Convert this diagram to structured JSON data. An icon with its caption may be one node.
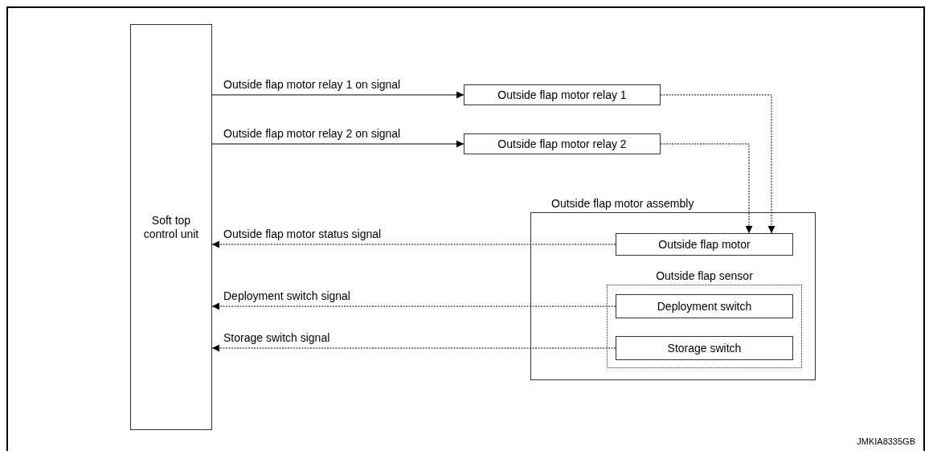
{
  "diagram": {
    "nodes": [
      {
        "text": [
          "Soft top control unit"
        ]
      },
      {
        "text": [
          "Outside flap motor relay 1"
        ]
      },
      {
        "text": [
          "Outside flap motor relay 2"
        ]
      },
      {
        "text": [
          "Outside flap motor assembly"
        ]
      },
      {
        "text": [
          "Outside flap motor"
        ],
        "in": 3
      },
      {
        "text": [
          "Outside flap sensor"
        ],
        "in": 3
      },
      {
        "text": [
          "Deployment switch"
        ],
        "in": 5
      },
      {
        "text": [
          "Storage switch"
        ],
        "in": 5
      }
    ],
    "edges": [
      {
        "from": 0,
        "to": 1,
        "arrow": "to",
        "label": "Outside flap motor relay 1 on signal"
      },
      {
        "from": 0,
        "to": 2,
        "arrow": "to",
        "label": "Outside flap motor relay 2 on signal"
      },
      {
        "from": 1,
        "to": 4,
        "arrow": "to",
        "style": "dashed"
      },
      {
        "from": 2,
        "to": 4,
        "arrow": "to",
        "style": "dashed"
      },
      {
        "from": 4,
        "to": 0,
        "arrow": "to",
        "style": "dashed",
        "label": "Outside flap motor status signal"
      },
      {
        "from": 6,
        "to": 0,
        "arrow": "to",
        "style": "dashed",
        "label": "Deployment switch signal"
      },
      {
        "from": 7,
        "to": 0,
        "arrow": "to",
        "style": "dashed",
        "label": "Storage switch signal"
      }
    ],
    "labels": [
      "JMKIA8335GB"
    ]
  }
}
